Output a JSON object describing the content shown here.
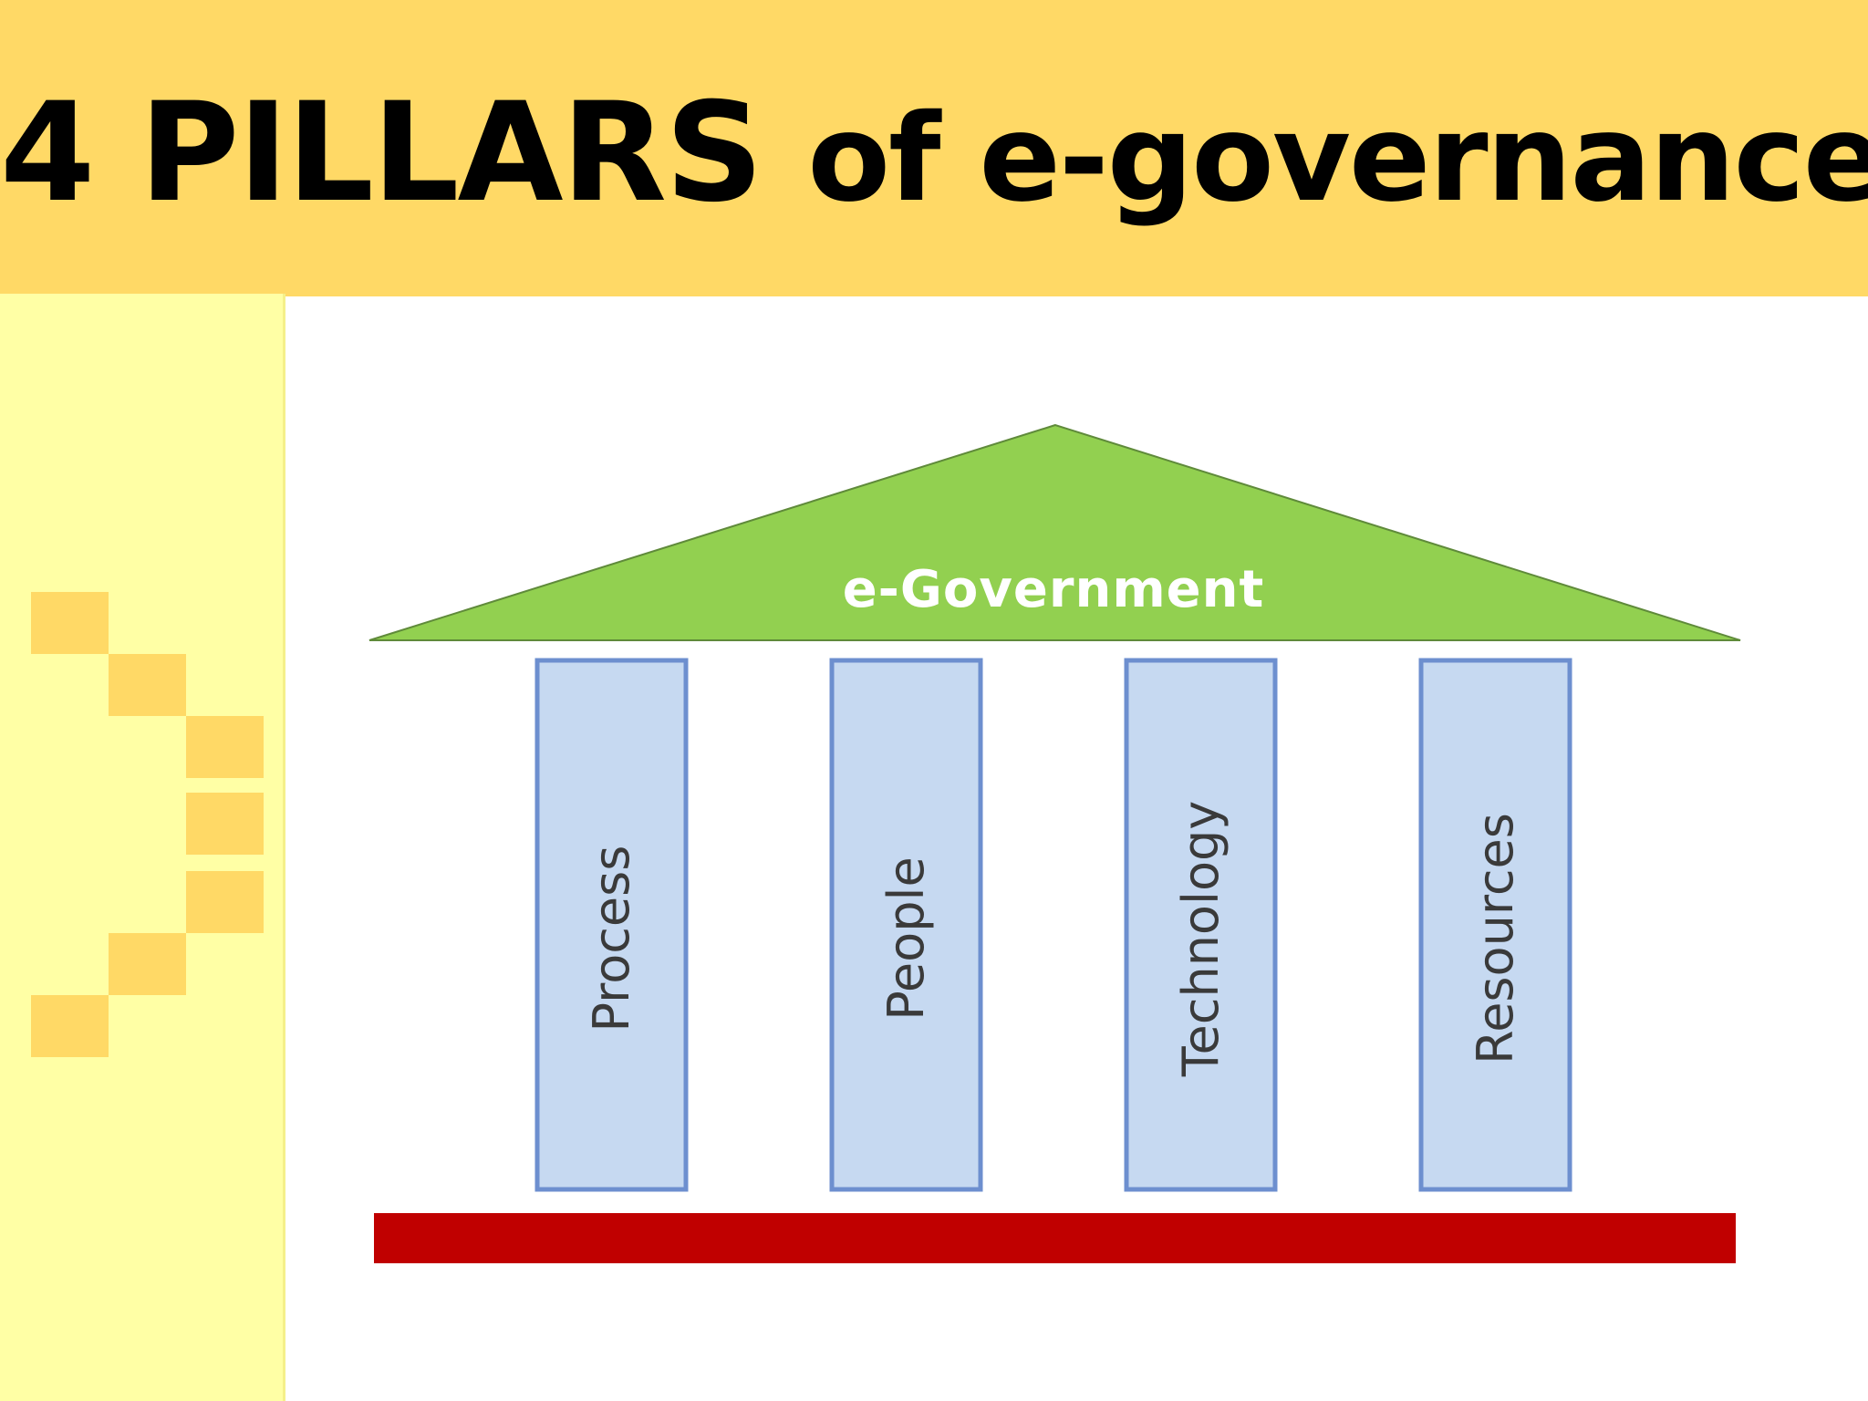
{
  "slide": {
    "title_main": "4 PILLARS",
    "title_rest": "of e-governance"
  },
  "diagram": {
    "roof_label": "e-Government",
    "pillars": [
      {
        "label": "Process"
      },
      {
        "label": "People"
      },
      {
        "label": "Technology"
      },
      {
        "label": "Resources"
      }
    ],
    "colors": {
      "roof": "#92d050",
      "pillar_fill": "#c6d9f1",
      "pillar_border": "#6d8fcf",
      "foundation": "#c00000",
      "title_band": "#ffd966",
      "side_strip": "#ffffa5"
    }
  }
}
